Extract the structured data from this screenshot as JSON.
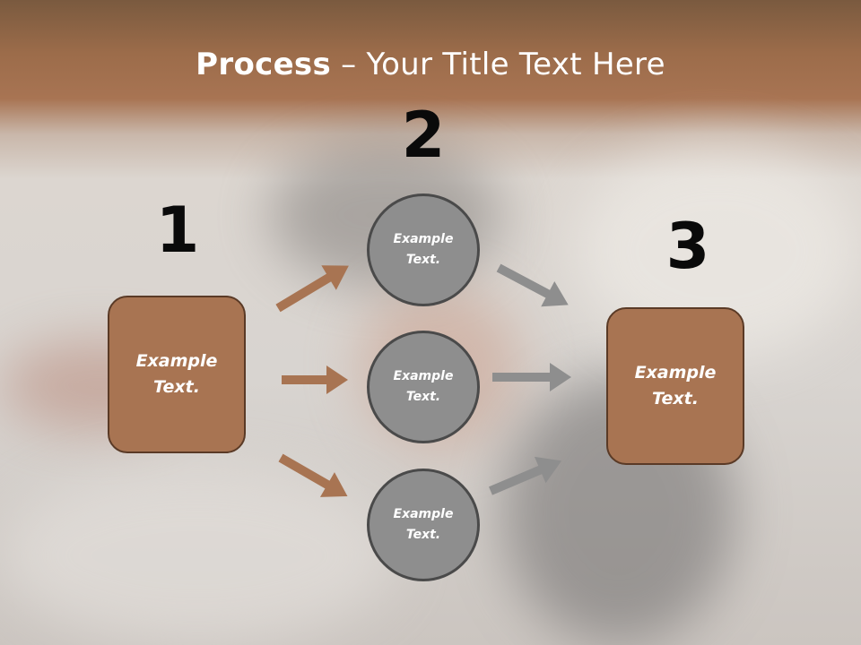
{
  "title": {
    "bold": "Process",
    "rest": " – Your Title Text Here"
  },
  "steps": [
    "1",
    "2",
    "3"
  ],
  "left_box": {
    "text": "Example\nText."
  },
  "right_box": {
    "text": "Example\nText."
  },
  "circles": [
    {
      "text": "Example\nText."
    },
    {
      "text": "Example\nText."
    },
    {
      "text": "Example\nText."
    }
  ],
  "colors": {
    "box_fill": "#a87452",
    "box_border": "#5a3a26",
    "circle_fill": "#8e8e8e",
    "circle_border": "#4a4a4a",
    "arrow_brown": "#a87452",
    "arrow_gray": "#8e8e8e"
  },
  "icons": {
    "arrow": "arrow-right-icon"
  }
}
